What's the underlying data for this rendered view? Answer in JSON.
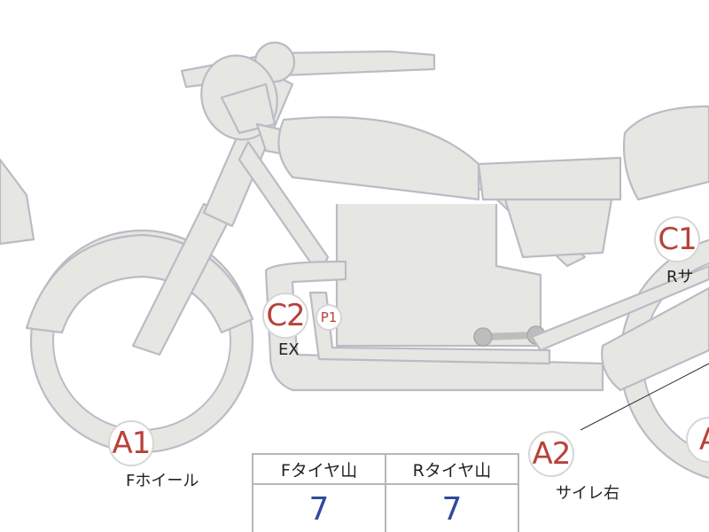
{
  "colors": {
    "part_fill": "#e6e6e3",
    "part_stroke": "#b9bcc4",
    "label_red": "#b8413a",
    "value_blue": "#2f4a9c"
  },
  "markers": [
    {
      "code": "A1",
      "label": "Fホイール"
    },
    {
      "code": "C2",
      "sub": "P1",
      "label": "EX"
    },
    {
      "code": "C1",
      "label": "Rサ"
    },
    {
      "code": "A2",
      "label": "サイレ右"
    },
    {
      "code": "A"
    }
  ],
  "tread_table": {
    "headers": [
      "Fタイヤ山",
      "Rタイヤ山"
    ],
    "values": [
      "7",
      "7"
    ]
  }
}
